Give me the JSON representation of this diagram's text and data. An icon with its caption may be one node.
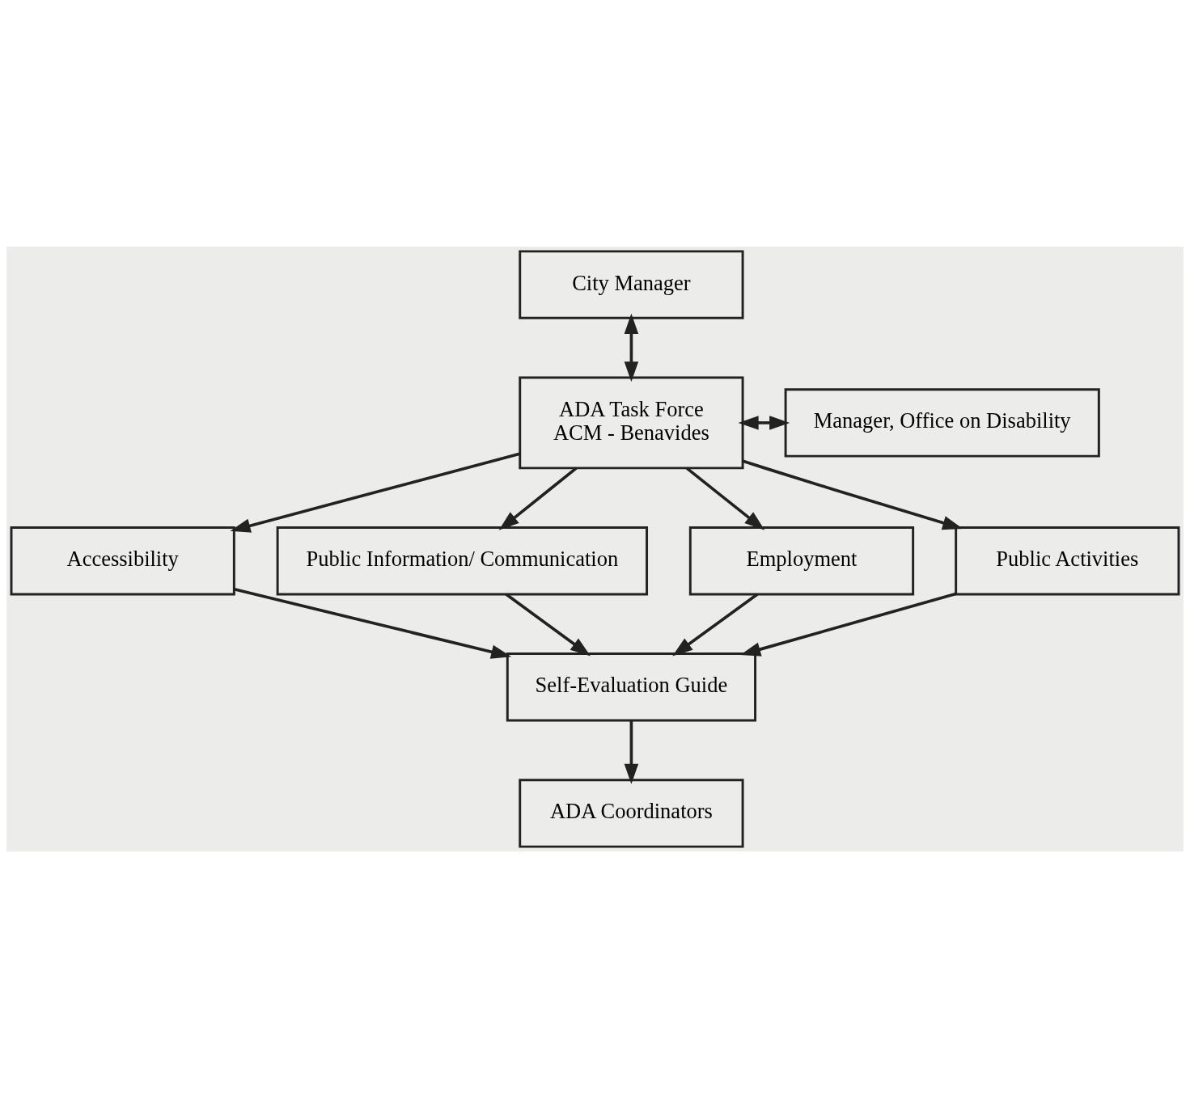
{
  "diagram": {
    "nodes": [
      {
        "text": [
          "City Manager"
        ]
      },
      {
        "text": [
          "ADA Task Force",
          "ACM - Benavides"
        ]
      },
      {
        "text": [
          "Manager, Office on Disability"
        ]
      },
      {
        "text": [
          "Accessibility"
        ]
      },
      {
        "text": [
          "Public Information/ Communication"
        ]
      },
      {
        "text": [
          "Employment"
        ]
      },
      {
        "text": [
          "Public Activities"
        ]
      },
      {
        "text": [
          "Self-Evaluation Guide"
        ]
      },
      {
        "text": [
          "ADA Coordinators"
        ]
      }
    ],
    "edges": [
      {
        "from": 0,
        "to": 1,
        "arrow": "both"
      },
      {
        "from": 1,
        "to": 2,
        "arrow": "both"
      },
      {
        "from": 1,
        "to": 3,
        "arrow": "to"
      },
      {
        "from": 1,
        "to": 4,
        "arrow": "to"
      },
      {
        "from": 1,
        "to": 5,
        "arrow": "to"
      },
      {
        "from": 1,
        "to": 6,
        "arrow": "to"
      },
      {
        "from": 3,
        "to": 7,
        "arrow": "to"
      },
      {
        "from": 4,
        "to": 7,
        "arrow": "to"
      },
      {
        "from": 5,
        "to": 7,
        "arrow": "to"
      },
      {
        "from": 6,
        "to": 7,
        "arrow": "to"
      },
      {
        "from": 7,
        "to": 8,
        "arrow": "to"
      }
    ]
  }
}
